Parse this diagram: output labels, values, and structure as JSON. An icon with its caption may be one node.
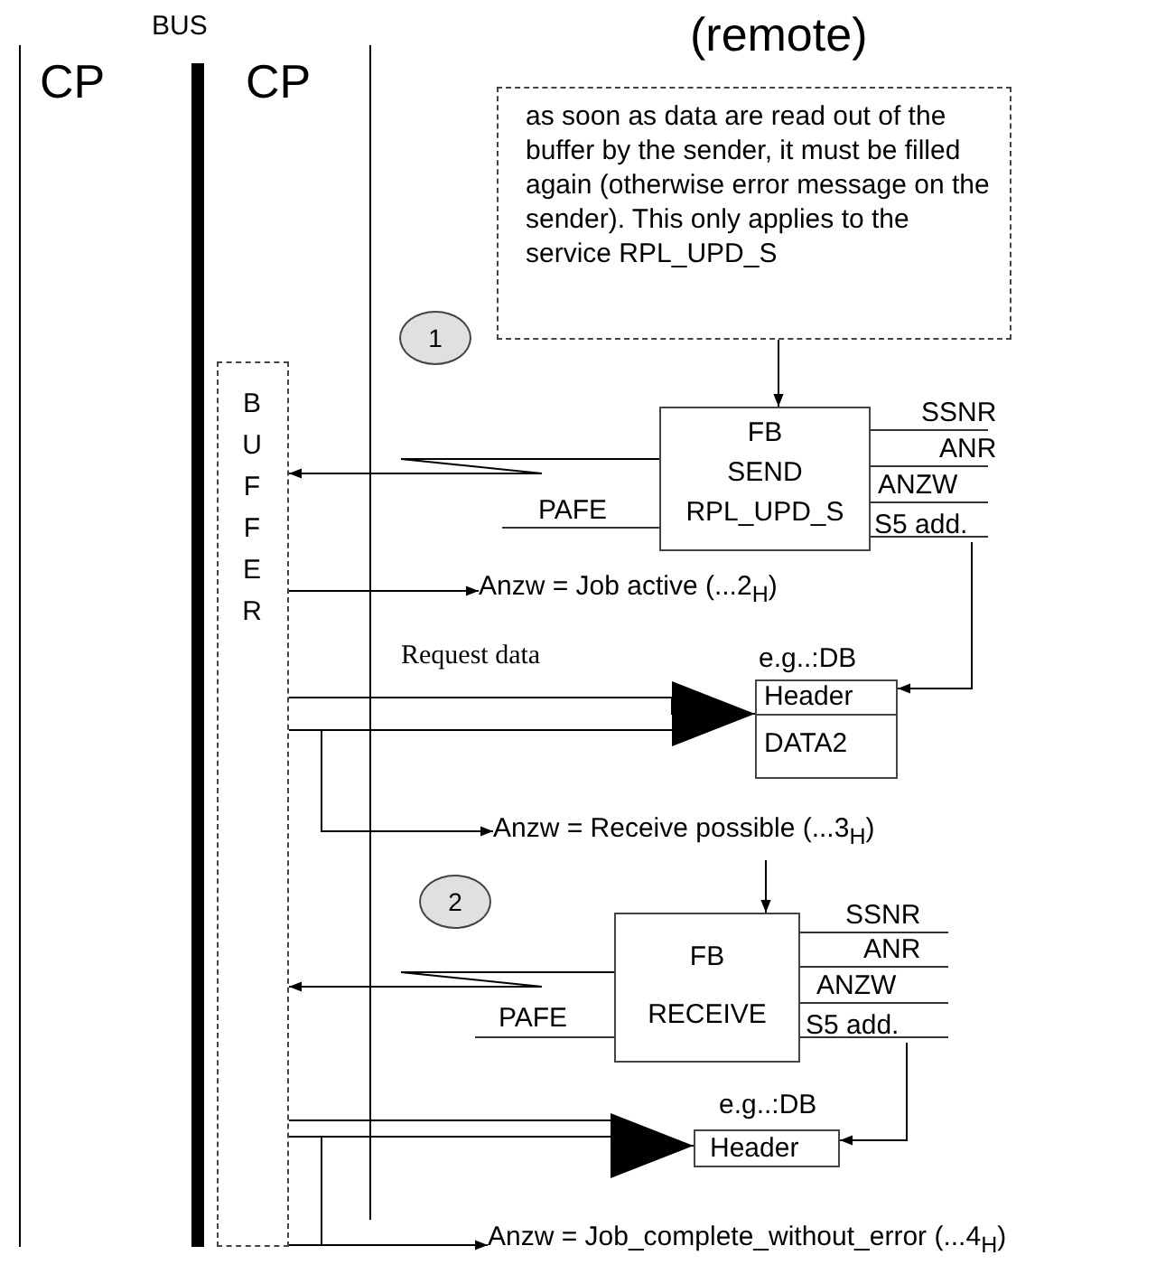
{
  "diagram": {
    "nodes": [
      {
        "text": [
          "as soon as data are read out of the buffer by the sender, it must be filled again (otherwise error message on the sender). This only applies  to the service RPL_UPD_S"
        ]
      },
      {
        "text": [
          "1"
        ]
      },
      {
        "text": [
          "BUFFER"
        ]
      },
      {
        "text": [
          "FB",
          "SEND",
          "RPL_UPD_S"
        ]
      },
      {
        "text": [
          "S5 add."
        ]
      },
      {
        "text": [
          "Anzw = Job active (...2$_{H}$)"
        ]
      },
      {
        "text": [
          "Header"
        ],
        "beside": [
          "e.g..:DB"
        ]
      },
      {
        "text": [
          "DATA2"
        ]
      },
      {
        "text": [
          "Anzw = Receive possible (...3$_{H}$)"
        ]
      },
      {
        "text": [
          "2"
        ]
      },
      {
        "text": [
          "FB",
          "RECEIVE"
        ]
      },
      {
        "text": [
          "S5 add."
        ]
      },
      {
        "text": [
          "Header"
        ],
        "beside": [
          "e.g..:DB"
        ]
      },
      {
        "text": [
          "Anzw = Job_complete_without_error   (...4$_{H}$)"
        ]
      }
    ],
    "edges": [
      {
        "from": 0,
        "to": 3,
        "arrow": "to"
      },
      {
        "from": 3,
        "to": 2,
        "arrow": "to"
      },
      {
        "from": 2,
        "to": 5,
        "arrow": "to"
      },
      {
        "from": 4,
        "to": 6,
        "arrow": "to"
      },
      {
        "from": 2,
        "to": 6,
        "arrow": "to",
        "label": "Request data"
      },
      {
        "from": 2,
        "to": 8,
        "arrow": "to"
      },
      {
        "from": 8,
        "to": 10,
        "arrow": "to"
      },
      {
        "from": 10,
        "to": 2,
        "arrow": "to"
      },
      {
        "from": 11,
        "to": 12,
        "arrow": "to"
      },
      {
        "from": 2,
        "to": 12,
        "arrow": "to"
      },
      {
        "from": 2,
        "to": 13,
        "arrow": "to"
      }
    ],
    "labels": [
      "CP",
      "BUS",
      "CP",
      "(remote)",
      "SSNR",
      "ANR",
      "ANZW",
      "PAFE",
      "SSNR",
      "ANR",
      "ANZW",
      "PAFE"
    ]
  }
}
